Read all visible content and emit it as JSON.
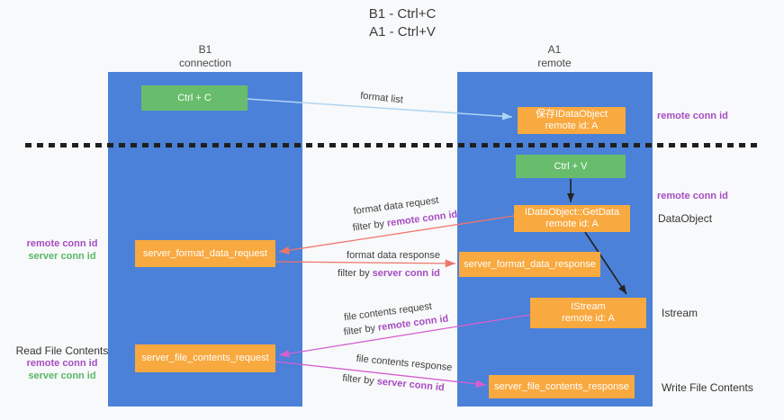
{
  "colors": {
    "page_bg": "#f8f9fa",
    "column_blue": "#4b81d8",
    "green_box": "#68bd6c",
    "orange_box": "#f8a93f",
    "purple_id": "#a64dc1",
    "green_id": "#58b768",
    "format_arrow": "#aed5f2",
    "request_arrow": "#f0756b",
    "contents_arrow": "#d45fd0",
    "black_arrow": "#222222",
    "dashed_line": "#1f1f1f",
    "text_dark": "#3d3d3d"
  },
  "title": {
    "line1": "B1 - Ctrl+C",
    "line2": "A1 - Ctrl+V"
  },
  "lanes": {
    "left": {
      "title": "B1",
      "subtitle": "connection"
    },
    "right": {
      "title": "A1",
      "subtitle": "remote"
    }
  },
  "nodes": {
    "ctrl_c": {
      "label": "Ctrl + C"
    },
    "ctrl_v": {
      "label": "Ctrl + V"
    },
    "save_dataobject": {
      "line1": "保存IDataObject",
      "line2": "remote id: A"
    },
    "getdata": {
      "line1": "IDataObject::GetData",
      "line2": "remote id: A"
    },
    "istream": {
      "line1": "IStream",
      "line2": "remote id: A"
    },
    "format_request": {
      "label": "server_format_data_request"
    },
    "format_response": {
      "label": "server_format_data_response"
    },
    "file_request": {
      "label": "server_file_contents_request"
    },
    "file_response": {
      "label": "server_file_contents_response"
    }
  },
  "edges": {
    "format_list": {
      "label": "format list"
    },
    "format_request": {
      "label": "format data request",
      "filter_prefix": "filter by ",
      "filter_id": "remote conn id"
    },
    "format_response": {
      "label": "format data response",
      "filter_prefix": "filter by ",
      "filter_id": "server conn id"
    },
    "file_request": {
      "label": "file contents request",
      "filter_prefix": "filter by ",
      "filter_id": "remote conn id"
    },
    "file_response": {
      "label": "file contents response",
      "filter_prefix": "filter by ",
      "filter_id": "server conn id"
    }
  },
  "annotations": {
    "right_remote_conn_1": "remote conn id",
    "right_remote_conn_2": "remote conn id",
    "dataobject": "DataObject",
    "istream": "Istream",
    "write_file": "Write File Contents",
    "left_remote_conn_1": "remote conn id",
    "left_server_conn_1": "server conn id",
    "read_file": "Read File Contents",
    "left_remote_conn_2": "remote conn id",
    "left_server_conn_2": "server conn id"
  }
}
